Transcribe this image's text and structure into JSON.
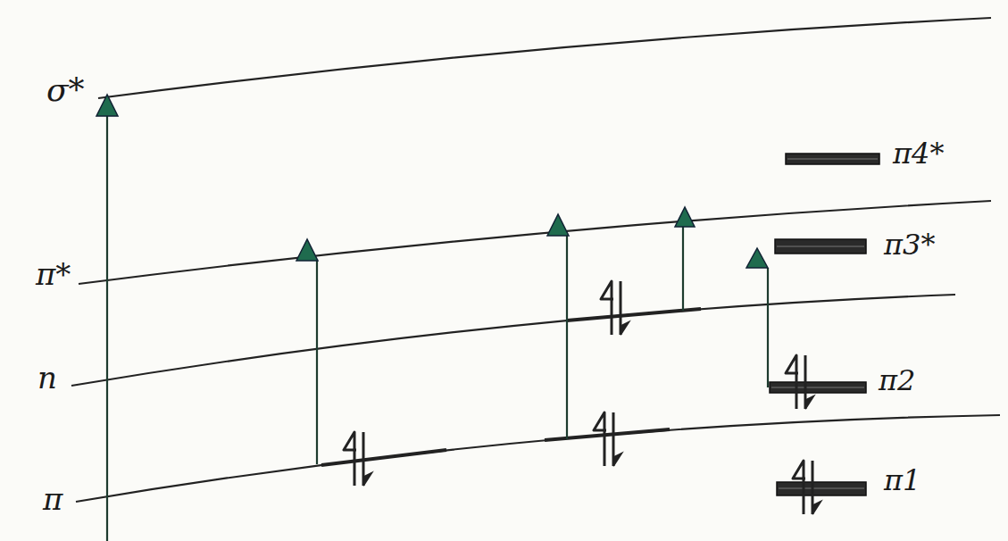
{
  "diagram": {
    "labels": [
      "σ*",
      "π*",
      "n",
      "π",
      "π4*",
      "π3*",
      "π2",
      "π1"
    ]
  }
}
